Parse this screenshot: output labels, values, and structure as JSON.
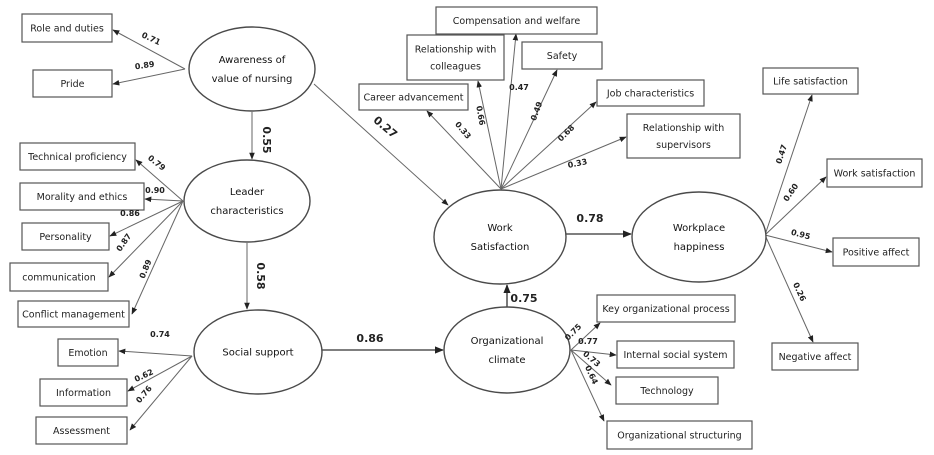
{
  "diagram": {
    "type": "structural-equation-model",
    "latent_variables": [
      {
        "id": "awareness",
        "lines": [
          "Awareness of",
          "value of nursing"
        ]
      },
      {
        "id": "leader",
        "lines": [
          "Leader",
          "characteristics"
        ]
      },
      {
        "id": "social",
        "lines": [
          "Social support"
        ]
      },
      {
        "id": "worksat",
        "lines": [
          "Work",
          "Satisfaction"
        ]
      },
      {
        "id": "happiness",
        "lines": [
          "Workplace",
          "happiness"
        ]
      },
      {
        "id": "climate",
        "lines": [
          "Organizational",
          "climate"
        ]
      }
    ],
    "indicators": [
      {
        "id": "role",
        "lines": [
          "Role and duties"
        ],
        "factor": "awareness",
        "loading": "0.71"
      },
      {
        "id": "pride",
        "lines": [
          "Pride"
        ],
        "factor": "awareness",
        "loading": "0.89"
      },
      {
        "id": "tech",
        "lines": [
          "Technical proficiency"
        ],
        "factor": "leader",
        "loading": "0.79"
      },
      {
        "id": "moral",
        "lines": [
          "Morality and ethics"
        ],
        "factor": "leader",
        "loading": "0.90"
      },
      {
        "id": "person",
        "lines": [
          "Personality"
        ],
        "factor": "leader",
        "loading": "0.86"
      },
      {
        "id": "comm",
        "lines": [
          "communication"
        ],
        "factor": "leader",
        "loading": "0.87"
      },
      {
        "id": "conflict",
        "lines": [
          "Conflict management"
        ],
        "factor": "leader",
        "loading": "0.89"
      },
      {
        "id": "emotion",
        "lines": [
          "Emotion"
        ],
        "factor": "social",
        "loading": "0.74"
      },
      {
        "id": "info",
        "lines": [
          "Information"
        ],
        "factor": "social",
        "loading": "0.62"
      },
      {
        "id": "assess",
        "lines": [
          "Assessment"
        ],
        "factor": "social",
        "loading": "0.76"
      },
      {
        "id": "career",
        "lines": [
          "Career advancement"
        ],
        "factor": "worksat",
        "loading": "0.33"
      },
      {
        "id": "colleagues",
        "lines": [
          "Relationship with",
          "colleagues"
        ],
        "factor": "worksat",
        "loading": "0.66"
      },
      {
        "id": "comp",
        "lines": [
          "Compensation and welfare"
        ],
        "factor": "worksat",
        "loading": "0.47"
      },
      {
        "id": "safety",
        "lines": [
          "Safety"
        ],
        "factor": "worksat",
        "loading": "0.49"
      },
      {
        "id": "jobchar",
        "lines": [
          "Job characteristics"
        ],
        "factor": "worksat",
        "loading": "0.68"
      },
      {
        "id": "supervisors",
        "lines": [
          "Relationship with",
          "supervisors"
        ],
        "factor": "worksat",
        "loading": "0.33"
      },
      {
        "id": "lifesat",
        "lines": [
          "Life satisfaction"
        ],
        "factor": "happiness",
        "loading": "0.47"
      },
      {
        "id": "worksat2",
        "lines": [
          "Work satisfaction"
        ],
        "factor": "happiness",
        "loading": "0.60"
      },
      {
        "id": "posaff",
        "lines": [
          "Positive affect"
        ],
        "factor": "happiness",
        "loading": "0.95"
      },
      {
        "id": "negaff",
        "lines": [
          "Negative affect"
        ],
        "factor": "happiness",
        "loading": "0.26"
      },
      {
        "id": "keyproc",
        "lines": [
          "Key organizational process"
        ],
        "factor": "climate",
        "loading": "0.75"
      },
      {
        "id": "internal",
        "lines": [
          "Internal social system"
        ],
        "factor": "climate",
        "loading": "0.77"
      },
      {
        "id": "technology",
        "lines": [
          "Technology"
        ],
        "factor": "climate",
        "loading": "0.73"
      },
      {
        "id": "structuring",
        "lines": [
          "Organizational structuring"
        ],
        "factor": "climate",
        "loading": "0.64"
      }
    ],
    "paths": [
      {
        "from": "awareness",
        "to": "leader",
        "coef": "0.55"
      },
      {
        "from": "leader",
        "to": "social",
        "coef": "0.58"
      },
      {
        "from": "awareness",
        "to": "worksat",
        "coef": "0.27"
      },
      {
        "from": "social",
        "to": "climate",
        "coef": "0.86"
      },
      {
        "from": "climate",
        "to": "worksat",
        "coef": "0.75"
      },
      {
        "from": "worksat",
        "to": "happiness",
        "coef": "0.78"
      }
    ]
  }
}
